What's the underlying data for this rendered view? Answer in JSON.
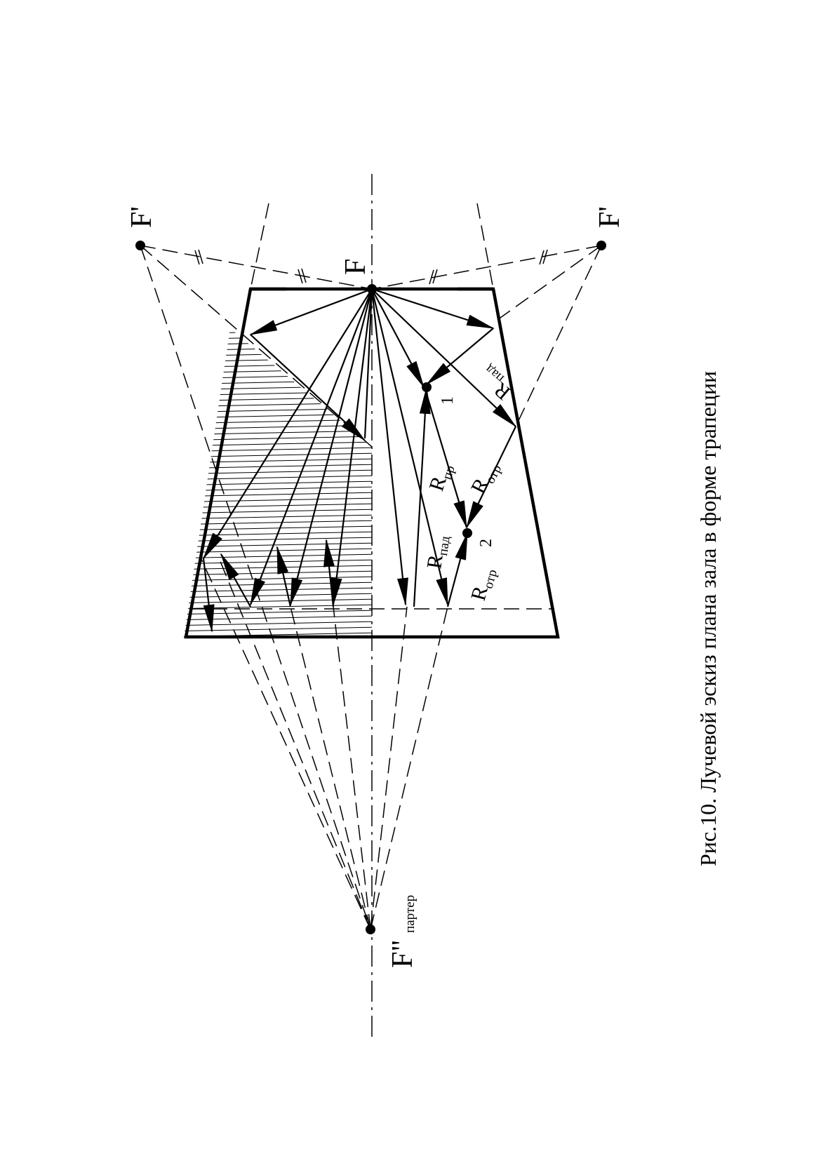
{
  "caption": "Рис.10.  Лучевой эскиз плана зала в форме трапеции",
  "labels": {
    "F": "F",
    "F_prime_left": "F'",
    "F_prime_right": "F'",
    "F_double_prime": "F\"",
    "F_double_prime_sub": "партер",
    "R": "R",
    "sub_pad": "пад",
    "sub_pr": "пр",
    "sub_otr": "отр",
    "point_1": "1",
    "point_2": "2"
  },
  "colors": {
    "ink": "#000000",
    "paper": "#ffffff"
  }
}
